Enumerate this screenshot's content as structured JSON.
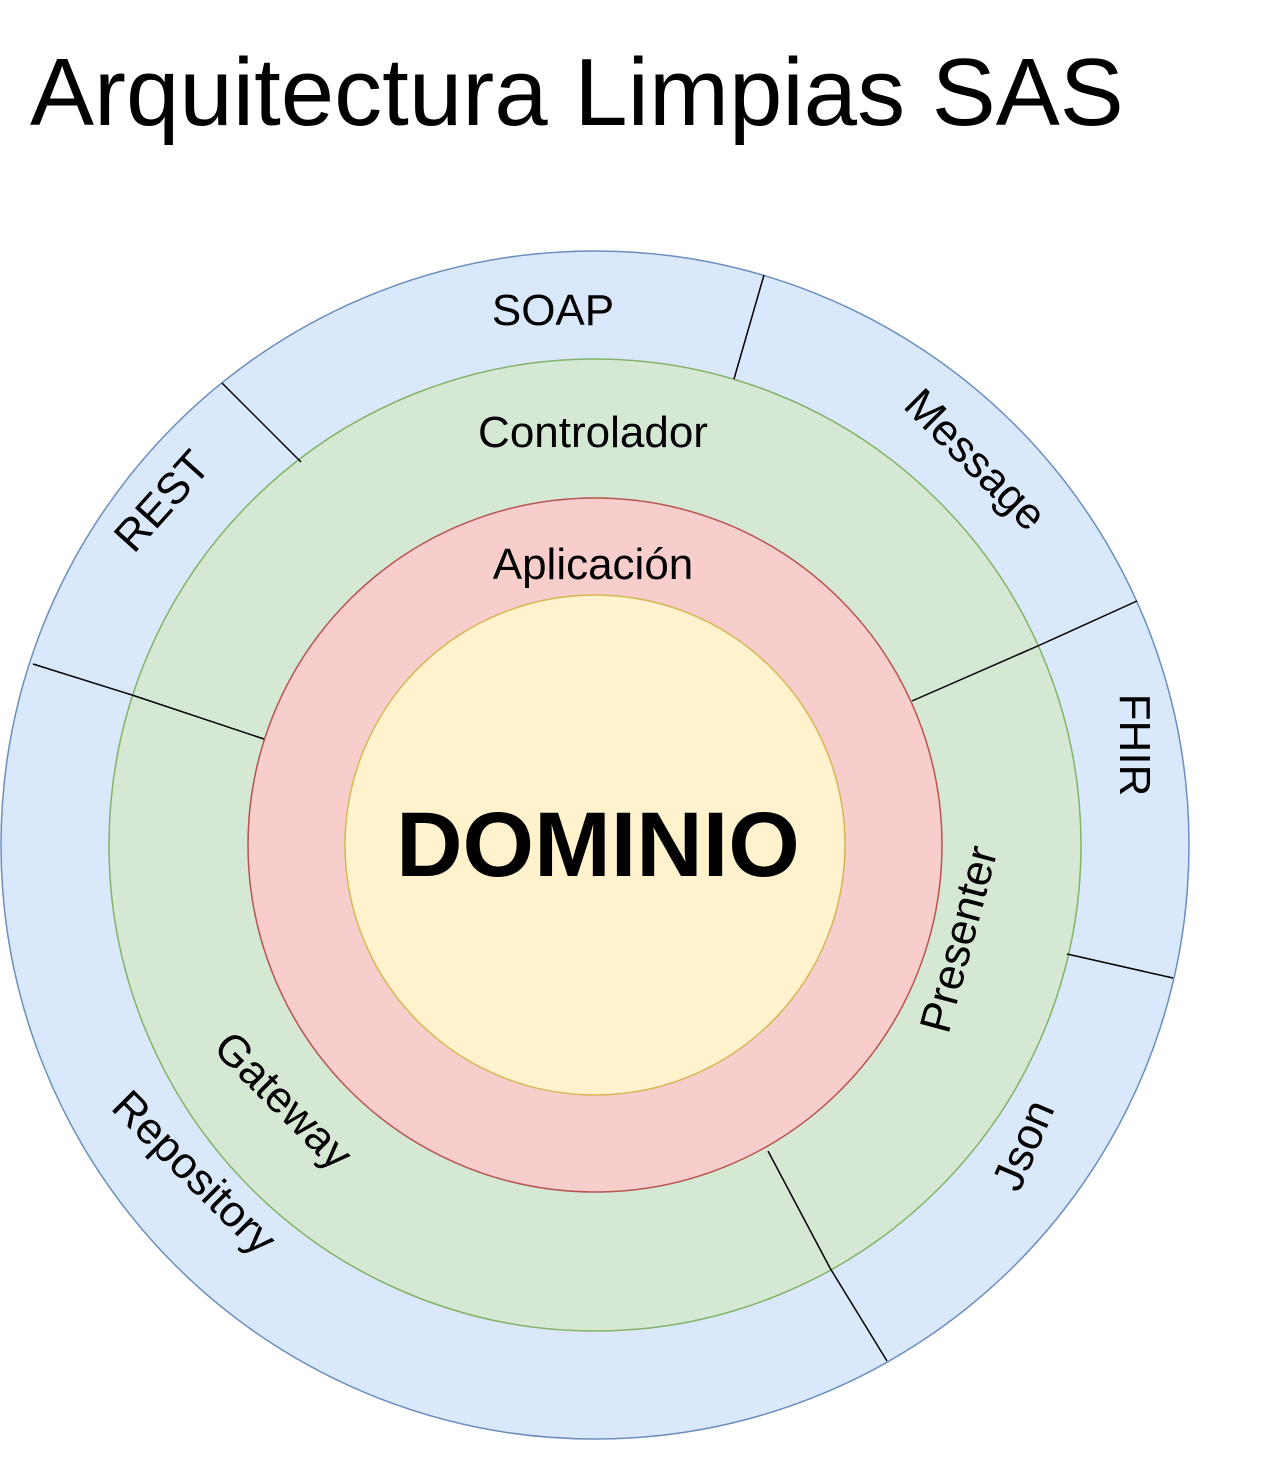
{
  "title": "Arquitectura Limpias SAS",
  "diagram": {
    "core": "DOMINIO",
    "rings": {
      "application": "Aplicación",
      "adapters": {
        "controller": "Controlador",
        "presenter": "Presenter",
        "gateway": "Gateway"
      },
      "frameworks": {
        "soap": "SOAP",
        "message": "Message",
        "fhir": "FHIR",
        "json": "Json",
        "repository": "Repository",
        "rest": "REST"
      }
    }
  },
  "colors": {
    "outer_fill": "#dae8fc",
    "outer_stroke": "#6c8ebf",
    "adapters_fill": "#d5e8d4",
    "adapters_stroke": "#82b366",
    "application_fill": "#f8cecc",
    "application_stroke": "#b85450",
    "core_fill": "#fff2cc",
    "core_stroke": "#d6b656"
  }
}
